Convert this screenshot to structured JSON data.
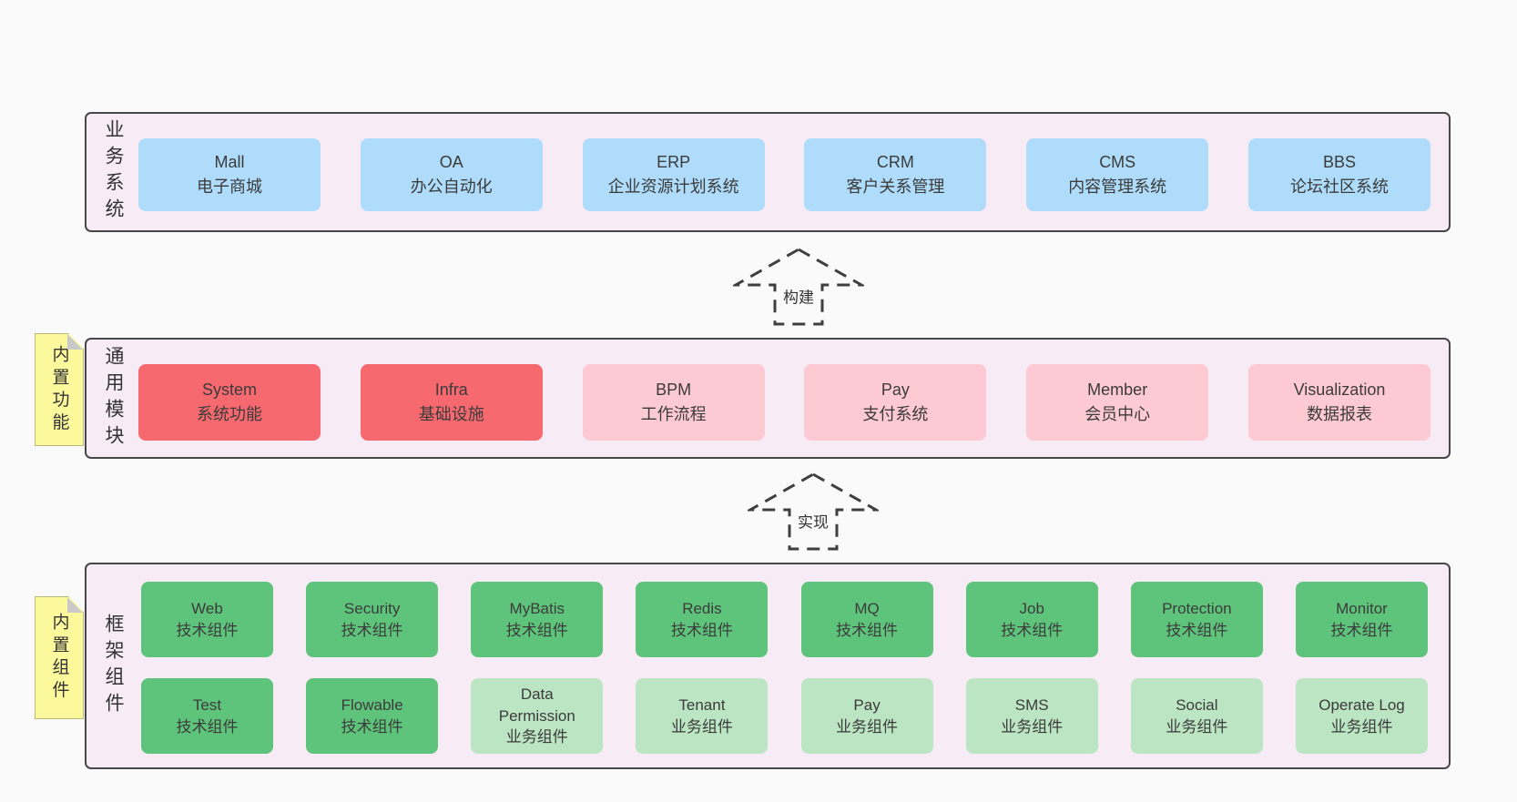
{
  "colors": {
    "page": "#fafafa",
    "panel": "#f7ebf5",
    "panel_border": "#474747",
    "blue": "#aedcfa",
    "red": "#f5696f",
    "pink": "#fdc9d3",
    "green": "#5fc47b",
    "light_green": "#bce5c4",
    "sticky": "#fbf99c",
    "fold": "#c9c9c9",
    "text": "#3b3b3b",
    "arrow": "#3f3f3f"
  },
  "arrows": [
    {
      "label": "构建"
    },
    {
      "label": "实现"
    }
  ],
  "sections": [
    {
      "label": "业务系统",
      "boxes": [
        {
          "en": "Mall",
          "zh": "电子商城",
          "type": "blue"
        },
        {
          "en": "OA",
          "zh": "办公自动化",
          "type": "blue"
        },
        {
          "en": "ERP",
          "zh": "企业资源计划系统",
          "type": "blue"
        },
        {
          "en": "CRM",
          "zh": "客户关系管理",
          "type": "blue"
        },
        {
          "en": "CMS",
          "zh": "内容管理系统",
          "type": "blue"
        },
        {
          "en": "BBS",
          "zh": "论坛社区系统",
          "type": "blue"
        }
      ]
    },
    {
      "label": "通用模块",
      "sticky": "内置功能",
      "boxes": [
        {
          "en": "System",
          "zh": "系统功能",
          "type": "red"
        },
        {
          "en": "Infra",
          "zh": "基础设施",
          "type": "red"
        },
        {
          "en": "BPM",
          "zh": "工作流程",
          "type": "pink"
        },
        {
          "en": "Pay",
          "zh": "支付系统",
          "type": "pink"
        },
        {
          "en": "Member",
          "zh": "会员中心",
          "type": "pink"
        },
        {
          "en": "Visualization",
          "zh": "数据报表",
          "type": "pink"
        }
      ]
    },
    {
      "label": "框架组件",
      "sticky": "内置组件",
      "rows": [
        [
          {
            "en": "Web",
            "zh": "技术组件",
            "type": "green"
          },
          {
            "en": "Security",
            "zh": "技术组件",
            "type": "green"
          },
          {
            "en": "MyBatis",
            "zh": "技术组件",
            "type": "green"
          },
          {
            "en": "Redis",
            "zh": "技术组件",
            "type": "green"
          },
          {
            "en": "MQ",
            "zh": "技术组件",
            "type": "green"
          },
          {
            "en": "Job",
            "zh": "技术组件",
            "type": "green"
          },
          {
            "en": "Protection",
            "zh": "技术组件",
            "type": "green"
          },
          {
            "en": "Monitor",
            "zh": "技术组件",
            "type": "green"
          }
        ],
        [
          {
            "en": "Test",
            "zh": "技术组件",
            "type": "green"
          },
          {
            "en": "Flowable",
            "zh": "技术组件",
            "type": "green"
          },
          {
            "en": "Data Permission",
            "zh": "业务组件",
            "type": "lightgreen"
          },
          {
            "en": "Tenant",
            "zh": "业务组件",
            "type": "lightgreen"
          },
          {
            "en": "Pay",
            "zh": "业务组件",
            "type": "lightgreen"
          },
          {
            "en": "SMS",
            "zh": "业务组件",
            "type": "lightgreen"
          },
          {
            "en": "Social",
            "zh": "业务组件",
            "type": "lightgreen"
          },
          {
            "en": "Operate Log",
            "zh": "业务组件",
            "type": "lightgreen"
          }
        ]
      ]
    }
  ]
}
